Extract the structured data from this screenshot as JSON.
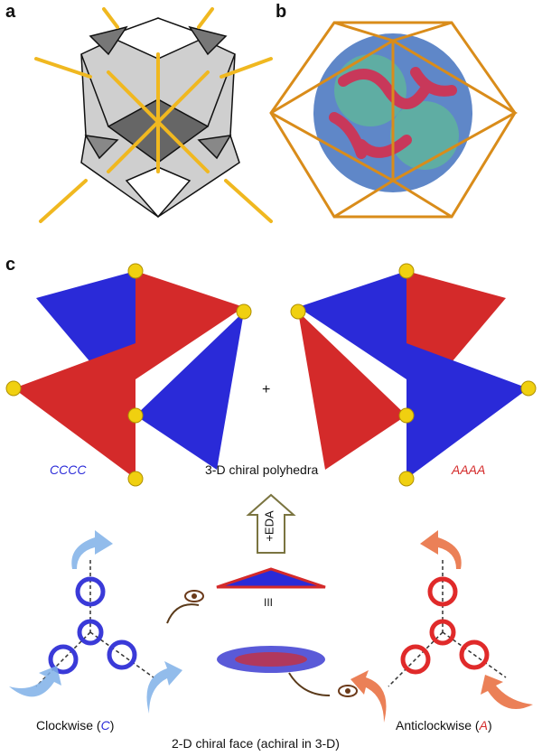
{
  "panels": {
    "a": "a",
    "b": "b",
    "c": "c"
  },
  "labels": {
    "cccc": "CCCC",
    "aaaa": "AAAA",
    "plus": "+",
    "polyhedra": "3-D chiral polyhedra",
    "eda": "+EDA",
    "parallel": "III",
    "clockwise_prefix": "Clockwise (",
    "clockwise_letter": "C",
    "anticlockwise_prefix": "Anticlockwise (",
    "anticlockwise_letter": "A",
    "close_paren": ")",
    "face": "2-D chiral face (achiral in 3-D)"
  },
  "colors": {
    "blue": "#2a2ad8",
    "red": "#d42a2a",
    "gold": "#f0b820",
    "orange": "#d98c1a",
    "gray": "#c8c8c8"
  }
}
